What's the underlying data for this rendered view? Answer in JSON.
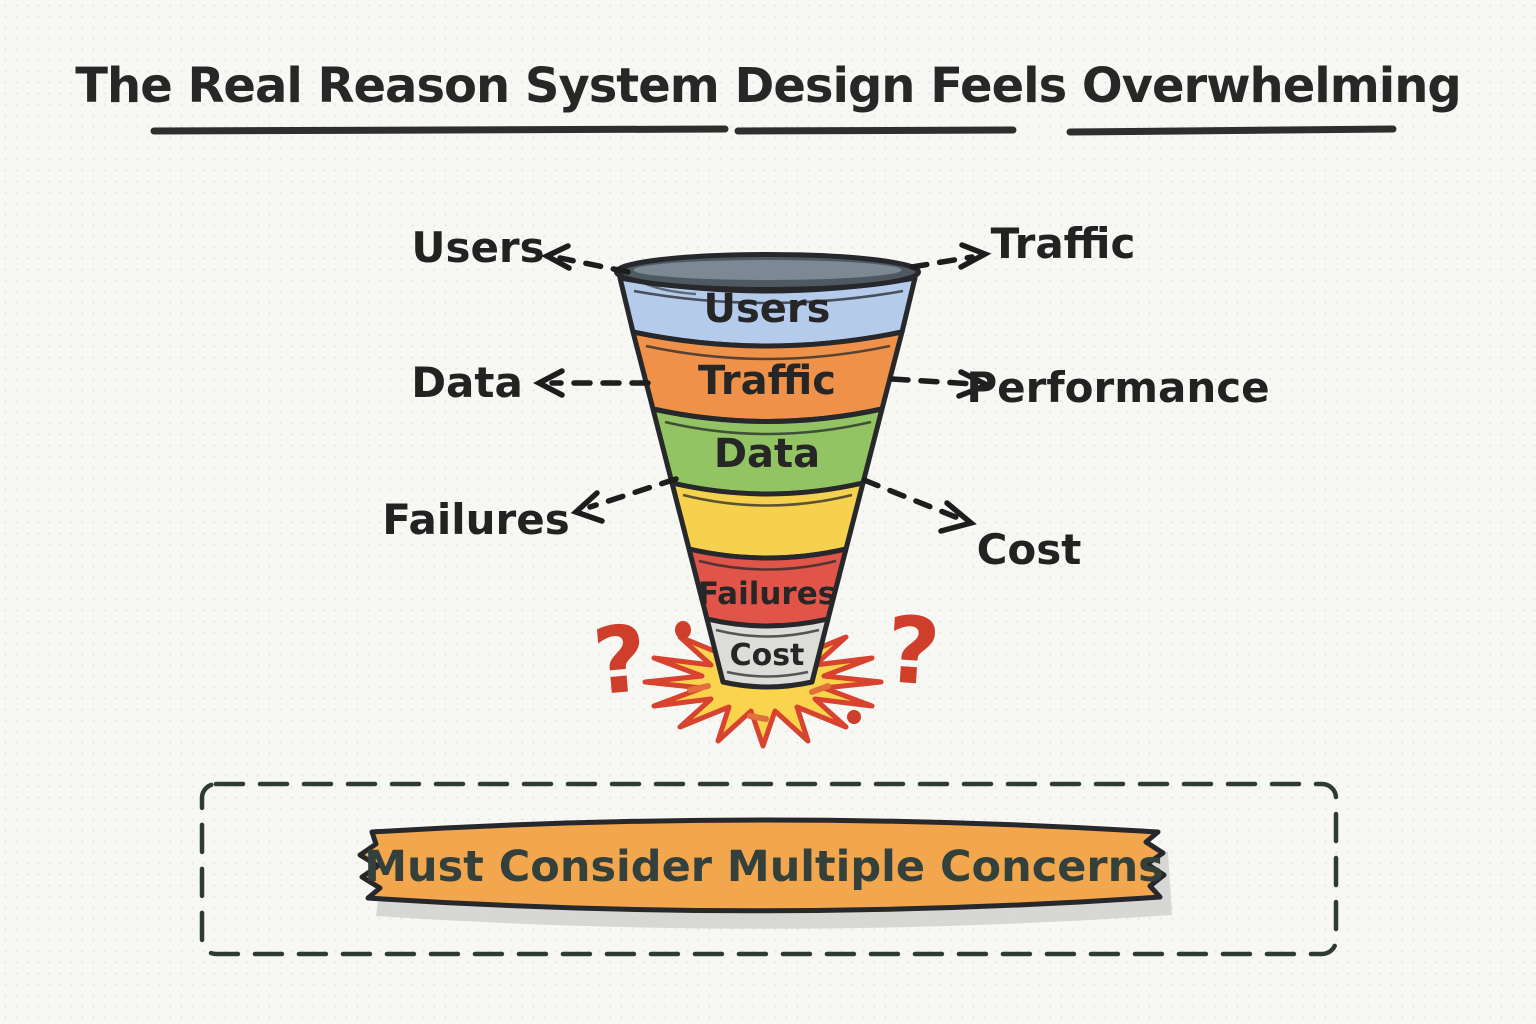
{
  "title": {
    "text": "The Real Reason System Design Feels Overwhelming"
  },
  "funnel": {
    "rim_color": "#4e5962",
    "segments": [
      {
        "label": "Users",
        "color": "#b5cbec"
      },
      {
        "label": "Traffic",
        "color": "#f0914a"
      },
      {
        "label": "Data",
        "color": "#93c463"
      },
      {
        "label": "",
        "color": "#f6d14e"
      },
      {
        "label": "Failures",
        "color": "#e05449"
      },
      {
        "label": "Cost",
        "color": "#dcdcd8"
      }
    ]
  },
  "callouts": {
    "users": "Users",
    "traffic": "Traffic",
    "data": "Data",
    "performance": "Performance",
    "failures": "Failures",
    "cost": "Cost"
  },
  "decorations": {
    "question_mark": "?",
    "burst_fill": "#f9d44c",
    "burst_stroke": "#d8432f",
    "ink_color": "#cf3e2b"
  },
  "banner": {
    "text": "Must Consider Multiple Concerns",
    "fill": "#f2a74e"
  }
}
